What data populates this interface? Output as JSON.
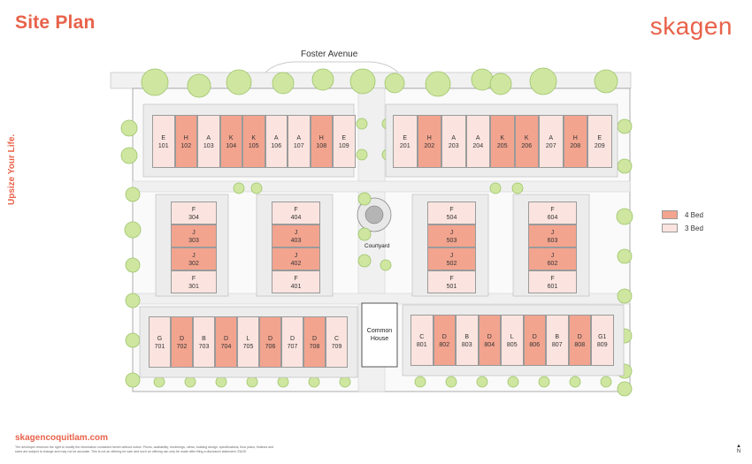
{
  "header": {
    "title": "Site Plan",
    "brand": "skagen"
  },
  "tagline": "Upsize Your Life.",
  "street": "Foster Avenue",
  "labels": {
    "courtyard": "Courtyard",
    "common_house": "Common\nHouse"
  },
  "legend": [
    {
      "label": "4 Bed",
      "color": "#f2a48f"
    },
    {
      "label": "3 Bed",
      "color": "#fbe4df"
    }
  ],
  "footer": {
    "url": "skagencoquitlam.com",
    "disclaimer": "The developer reserves the right to modify the information contained herein without notice. Prices, availability, renderings, views, building design, specifications, floor plans, finishes and sizes are subject to change and may not be accurate. This is not an offering for sale and such an offering can only be made after filing a disclosure statement. E&OE"
  },
  "north": "N",
  "rows": {
    "top_left": [
      [
        "E",
        "101"
      ],
      [
        "H",
        "102"
      ],
      [
        "A",
        "103"
      ],
      [
        "K",
        "104"
      ],
      [
        "K",
        "105"
      ],
      [
        "A",
        "106"
      ],
      [
        "A",
        "107"
      ],
      [
        "H",
        "108"
      ],
      [
        "E",
        "109"
      ]
    ],
    "top_right": [
      [
        "E",
        "201"
      ],
      [
        "H",
        "202"
      ],
      [
        "A",
        "203"
      ],
      [
        "A",
        "204"
      ],
      [
        "K",
        "205"
      ],
      [
        "K",
        "206"
      ],
      [
        "A",
        "207"
      ],
      [
        "H",
        "208"
      ],
      [
        "E",
        "209"
      ]
    ],
    "bottom_left": [
      [
        "G",
        "701"
      ],
      [
        "D",
        "702"
      ],
      [
        "B",
        "703"
      ],
      [
        "D",
        "704"
      ],
      [
        "L",
        "705"
      ],
      [
        "D",
        "706"
      ],
      [
        "D",
        "707"
      ],
      [
        "D",
        "708"
      ],
      [
        "C",
        "709"
      ]
    ],
    "bottom_right": [
      [
        "C",
        "801"
      ],
      [
        "D",
        "802"
      ],
      [
        "B",
        "803"
      ],
      [
        "D",
        "804"
      ],
      [
        "L",
        "805"
      ],
      [
        "D",
        "806"
      ],
      [
        "B",
        "807"
      ],
      [
        "D",
        "808"
      ],
      [
        "G1",
        "809"
      ]
    ],
    "b300": [
      [
        "F",
        "304"
      ],
      [
        "J",
        "303"
      ],
      [
        "J",
        "302"
      ],
      [
        "F",
        "301"
      ]
    ],
    "b400": [
      [
        "F",
        "404"
      ],
      [
        "J",
        "403"
      ],
      [
        "J",
        "402"
      ],
      [
        "F",
        "401"
      ]
    ],
    "b500": [
      [
        "F",
        "504"
      ],
      [
        "J",
        "503"
      ],
      [
        "J",
        "502"
      ],
      [
        "F",
        "501"
      ]
    ],
    "b600": [
      [
        "F",
        "604"
      ],
      [
        "J",
        "603"
      ],
      [
        "J",
        "602"
      ],
      [
        "F",
        "601"
      ]
    ]
  },
  "four_bed_units": [
    "102",
    "104",
    "105",
    "108",
    "202",
    "205",
    "206",
    "208",
    "303",
    "302",
    "403",
    "402",
    "503",
    "502",
    "603",
    "602",
    "702",
    "704",
    "706",
    "708",
    "802",
    "804",
    "806",
    "808"
  ]
}
